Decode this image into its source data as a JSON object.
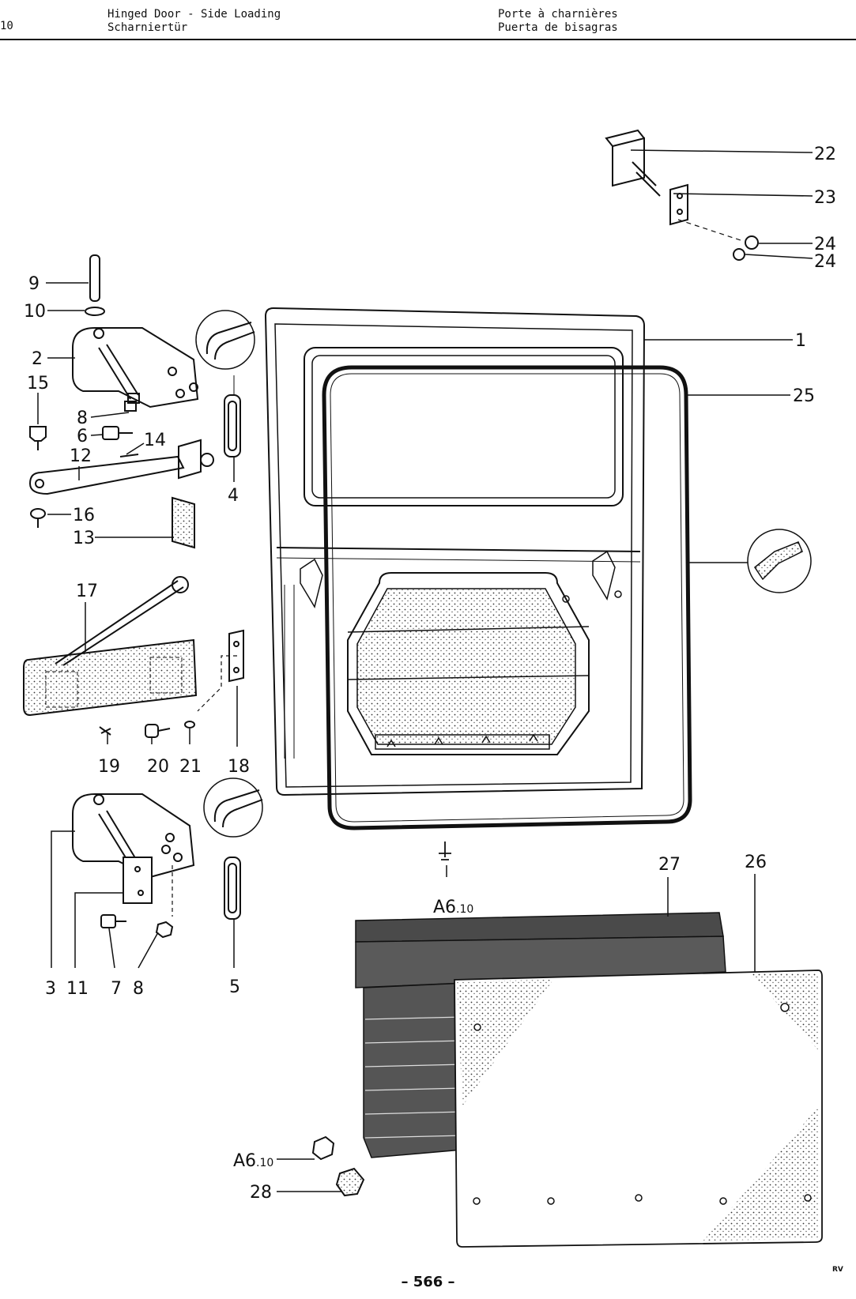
{
  "header": {
    "section_number": "10",
    "title_en": "Hinged Door - Side Loading",
    "title_de": "Scharniertür",
    "title_fr": "Porte à charnières",
    "title_es": "Puerta de bisagras"
  },
  "callouts": {
    "c1": "1",
    "c2": "2",
    "c3": "3",
    "c4": "4",
    "c5": "5",
    "c6": "6",
    "c7": "7",
    "c8a": "8",
    "c8b": "8",
    "c9": "9",
    "c10": "10",
    "c11": "11",
    "c12": "12",
    "c13": "13",
    "c14": "14",
    "c15": "15",
    "c16": "16",
    "c17": "17",
    "c18": "18",
    "c19": "19",
    "c20": "20",
    "c21": "21",
    "c22": "22",
    "c23": "23",
    "c24a": "24",
    "c24b": "24",
    "c25": "25",
    "c26": "26",
    "c27": "27",
    "c28": "28",
    "ref_a6_main": "A6",
    "ref_a6_sub": "10",
    "ref_a6b_main": "A6",
    "ref_a6b_sub": "10"
  },
  "footer": {
    "page_number": "– 566 –",
    "artist_mark": "RV"
  },
  "colors": {
    "ink": "#111111",
    "paper": "#ffffff",
    "panel_dark": "#4a4a4a"
  }
}
